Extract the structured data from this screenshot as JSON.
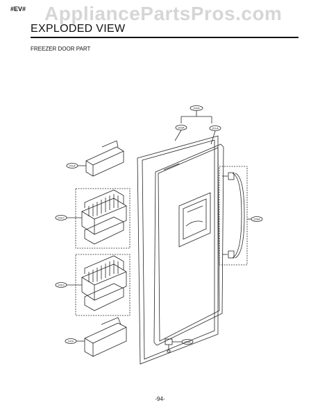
{
  "header": {
    "tag": "#EV#",
    "watermark": "AppliancePartsPros.com",
    "title": "EXPLODED VIEW",
    "subtitle": "FREEZER DOOR PART"
  },
  "footer": {
    "page_number": "-94-"
  },
  "callouts": {
    "top_group": "200A",
    "gasket": "203A",
    "door": "201A",
    "bin_top": "241A",
    "basket_upper": "241C",
    "basket_lower": "241D",
    "bin_bottom": "241F",
    "handle": "206A",
    "switch": "243A"
  }
}
